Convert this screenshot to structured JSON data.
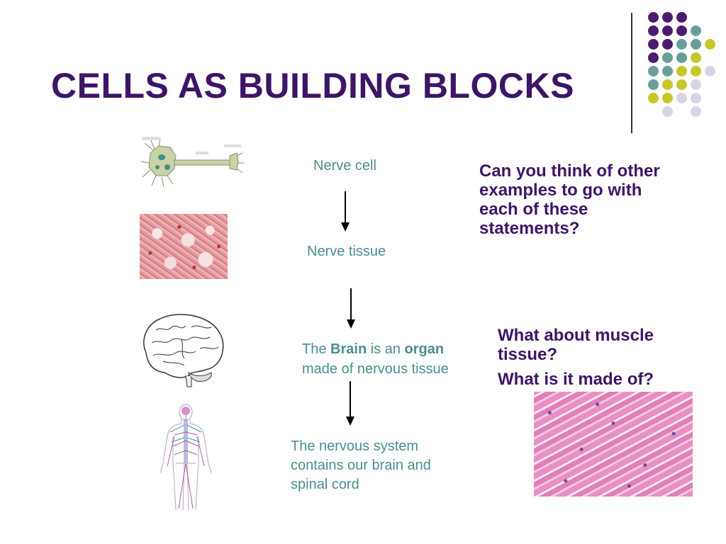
{
  "slide": {
    "title": "CELLS AS BUILDING BLOCKS",
    "colors": {
      "title": "#3d1566",
      "caption_teal": "#4a8f8c",
      "dot_purple": "#4b1c6e",
      "dot_teal": "#6a9e9b",
      "dot_lime": "#c6c82a",
      "dot_lavender": "#d6d5e6"
    }
  },
  "hierarchy": {
    "cell_label": "Nerve cell",
    "tissue_label": "Nerve tissue",
    "organ": {
      "prefix": "The ",
      "bold1": "Brain",
      "mid": " is an ",
      "bold2": "organ",
      "suffix": "made of nervous tissue"
    },
    "system_label": "The nervous system contains our brain and spinal cord"
  },
  "questions": {
    "q1": "Can you think of other examples to go with each of these statements?",
    "q2": "What about  muscle tissue?",
    "q3": "What is it made of?"
  },
  "icons": {
    "cell": "nerve-cell-image",
    "tissue": "nerve-tissue-micrograph",
    "brain": "brain-drawing",
    "body": "nervous-system-figure",
    "muscle": "muscle-tissue-micrograph",
    "arrow": "down-arrow-icon"
  }
}
